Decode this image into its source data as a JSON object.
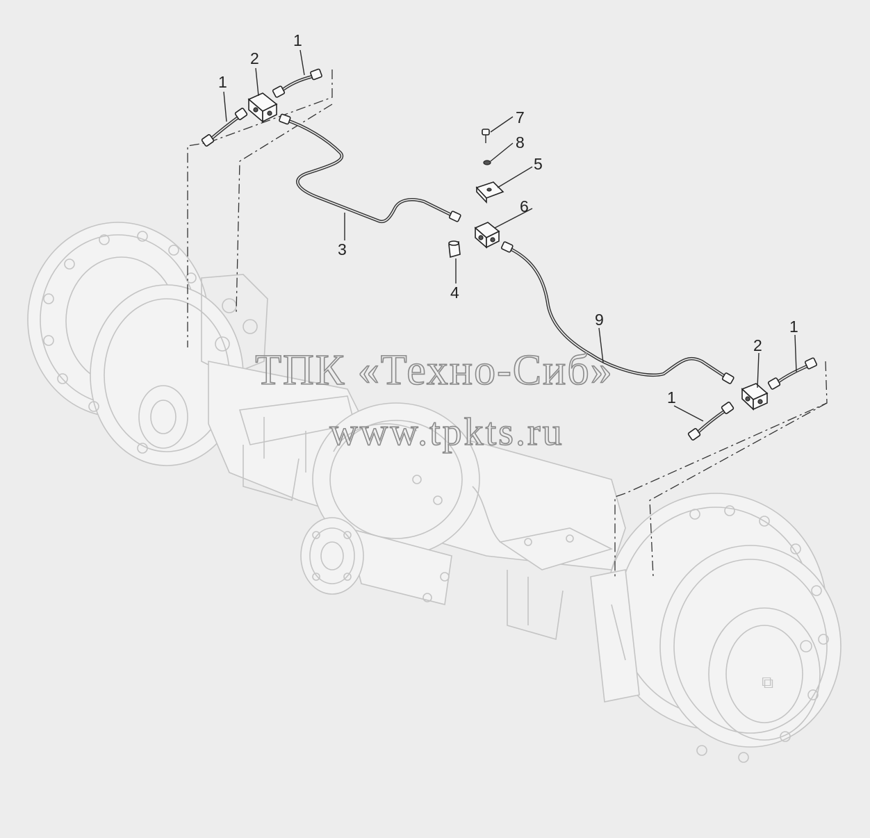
{
  "callouts": {
    "c1_top": "1",
    "c2_top": "2",
    "c1_left": "1",
    "c7": "7",
    "c8": "8",
    "c5": "5",
    "c6": "6",
    "c3": "3",
    "c4": "4",
    "c9": "9",
    "c2_right": "2",
    "c1_right_top": "1",
    "c1_right_bottom": "1"
  },
  "watermark": {
    "line1": "ТПК «Техно-Сиб»",
    "line2": "www.tpkts.ru"
  },
  "icons": {
    "housing_mark": "logo-mark-icon"
  },
  "colors": {
    "background": "#ededed",
    "linework": "#222222",
    "ghost_axle": "#c4c4c4"
  }
}
